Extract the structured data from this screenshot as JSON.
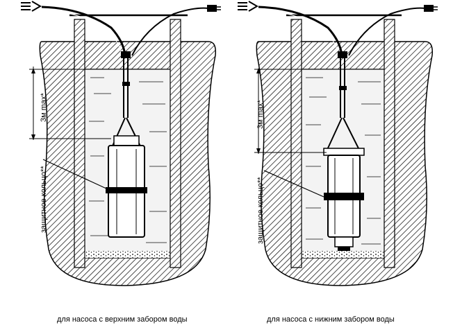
{
  "panels": [
    {
      "depth_label": "3м max*",
      "ring_label": "защитное кольцо**",
      "caption": "для насоса с верхним забором воды"
    },
    {
      "depth_label": "3м max*",
      "ring_label": "защитное кольцо**",
      "caption": "для насоса с нижним забором воды"
    }
  ],
  "colors": {
    "ink": "#000000",
    "water": "#f3f3f3",
    "wall_hatch": "#000000",
    "background": "#ffffff"
  }
}
